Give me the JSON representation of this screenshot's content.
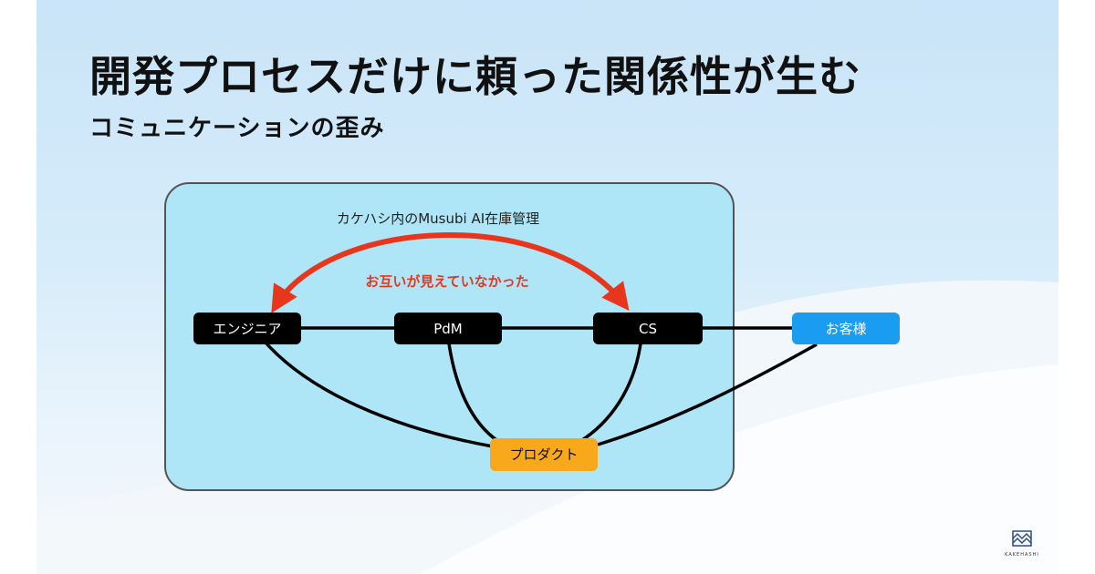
{
  "slide": {
    "title": "開発プロセスだけに頼った関係性が生む",
    "subtitle": "コミュニケーションの歪み"
  },
  "diagram": {
    "container_label": "カケハシ内のMusubi AI在庫管理",
    "annotation": "お互いが見えていなかった",
    "nodes": {
      "engineer": "エンジニア",
      "pdm": "PdM",
      "cs": "CS",
      "customer": "お客様",
      "product": "プロダクト"
    },
    "colors": {
      "container_fill": "#aee6f8",
      "node_dark": "#000000",
      "node_customer": "#1a9cf0",
      "node_product": "#f7a81b",
      "annotation": "#e8361d"
    }
  },
  "logo": {
    "text": "KAKEHASHI",
    "icon": "kakehashi-bridge-logo-icon"
  }
}
